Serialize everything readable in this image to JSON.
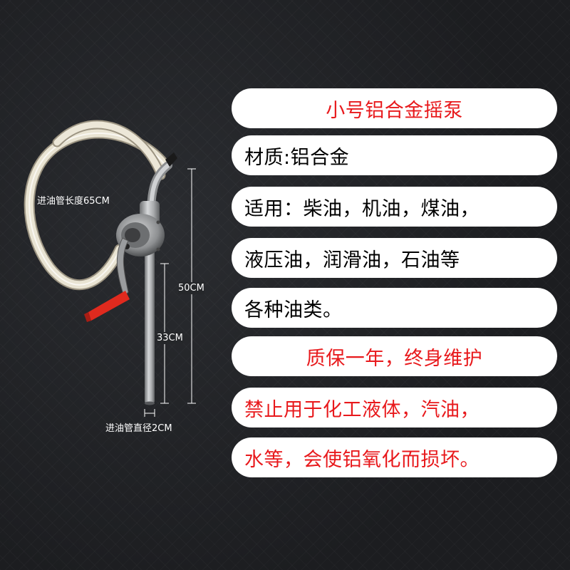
{
  "annotations": {
    "hose_length": "进油管长度65CM",
    "total_height": "50CM",
    "tube_length": "33CM",
    "tube_diameter": "进油管直径2CM"
  },
  "features": [
    {
      "text": "小号铝合金摇泵",
      "color": "#e8191c",
      "align": "center"
    },
    {
      "text": "材质:铝合金",
      "color": "#000000",
      "align": "left"
    },
    {
      "text": "适用：柴油，机油，煤油，",
      "color": "#000000",
      "align": "left"
    },
    {
      "text": "液压油，润滑油，石油等",
      "color": "#000000",
      "align": "left"
    },
    {
      "text": "各种油类。",
      "color": "#000000",
      "align": "left"
    },
    {
      "text": "质保一年，终身维护",
      "color": "#e8191c",
      "align": "center"
    },
    {
      "text": "禁止用于化工液体，汽油，",
      "color": "#e8191c",
      "align": "left"
    },
    {
      "text": "水等，会使铝氧化而损坏。",
      "color": "#e8191c",
      "align": "left"
    }
  ],
  "colors": {
    "background": "#1f2124",
    "pill": "#ffffff",
    "accent_red": "#e8191c",
    "handle_red": "#e02a1e"
  }
}
